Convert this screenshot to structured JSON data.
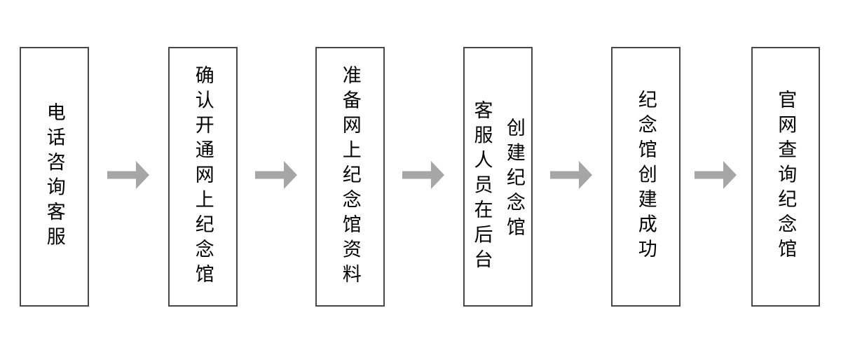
{
  "steps": [
    {
      "label": "电话咨询客服"
    },
    {
      "label": "确认开通网上纪念馆"
    },
    {
      "label": "准备网上纪念馆资料"
    },
    {
      "columns": [
        "客服人员在后台",
        "创建纪念馆"
      ]
    },
    {
      "label": "纪念馆创建成功"
    },
    {
      "label": "官网查询纪念馆"
    }
  ],
  "colors": {
    "box_border": "#474747",
    "arrow": "#a6a6a6",
    "text": "#000000",
    "background": "#ffffff"
  }
}
